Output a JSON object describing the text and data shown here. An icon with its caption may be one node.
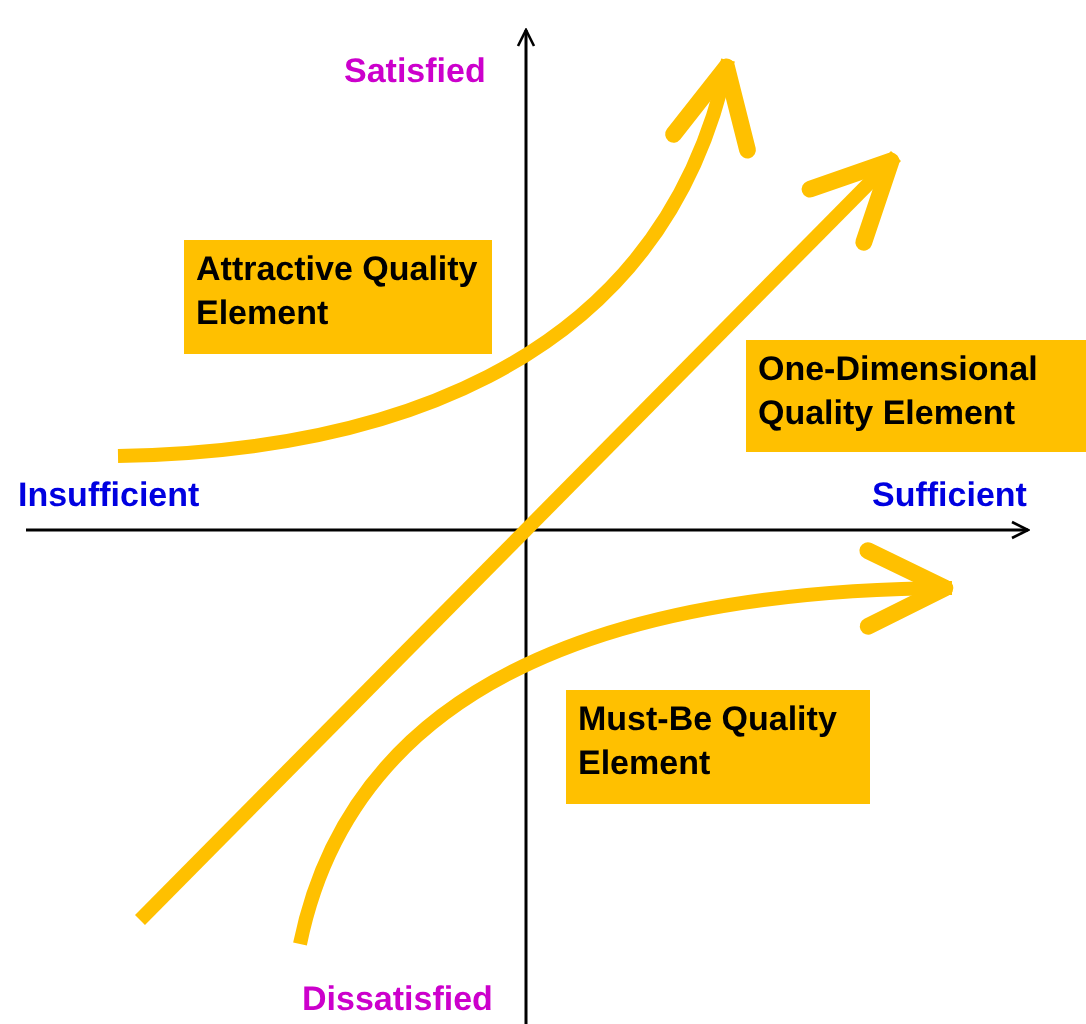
{
  "diagram": {
    "nodes": [
      {
        "text": [
          "Attractive Quality Element"
        ]
      },
      {
        "text": [
          "One-Dimensional Quality Element"
        ]
      },
      {
        "text": [
          "Must-Be Quality Element"
        ]
      }
    ],
    "labels": [
      "Satisfied",
      "Insufficient",
      "Sufficient",
      "Dissatisfied"
    ]
  }
}
